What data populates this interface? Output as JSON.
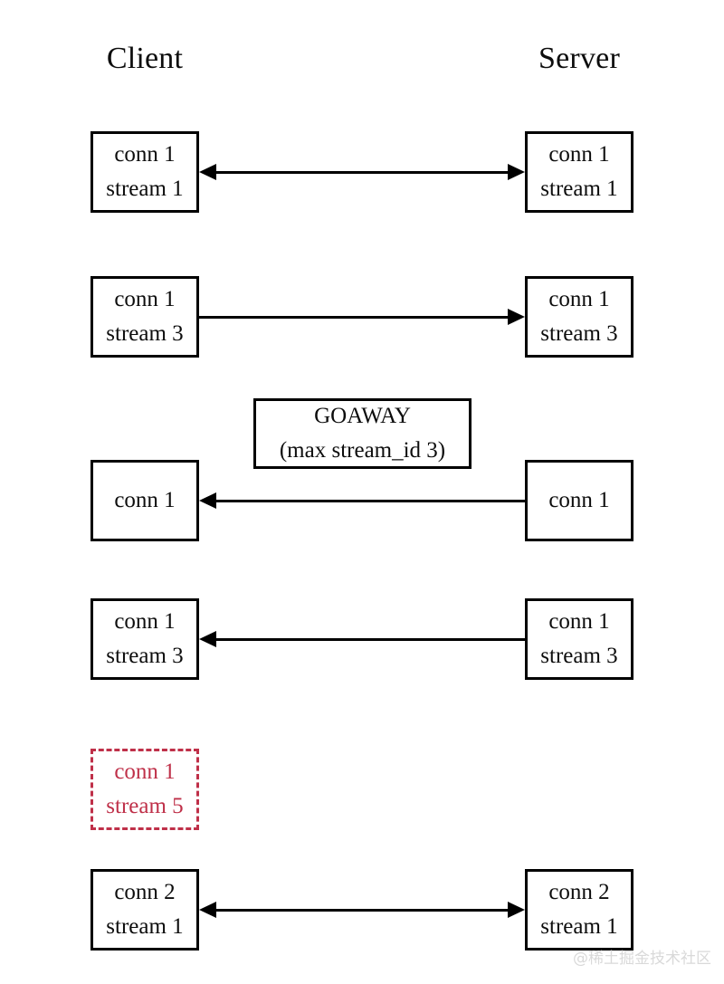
{
  "diagram": {
    "title_left": "Client",
    "title_right": "Server",
    "watermark": "@稀土掘金技术社区",
    "colors": {
      "stroke": "#000000",
      "text": "#0d0d0d",
      "rejected": "#bf3049",
      "watermark": "#d9d9d9",
      "background": "#ffffff"
    },
    "rows": [
      {
        "id": "row-stream1-established",
        "left": {
          "lines": [
            "conn 1",
            "stream 1"
          ],
          "style": "solid"
        },
        "right": {
          "lines": [
            "conn 1",
            "stream 1"
          ],
          "style": "solid"
        },
        "arrow": "bidirectional"
      },
      {
        "id": "row-stream3-request",
        "left": {
          "lines": [
            "conn 1",
            "stream 3"
          ],
          "style": "solid"
        },
        "right": {
          "lines": [
            "conn 1",
            "stream 3"
          ],
          "style": "solid"
        },
        "arrow": "left-to-right"
      },
      {
        "id": "row-goaway",
        "left": {
          "lines": [
            "conn 1"
          ],
          "style": "solid"
        },
        "right": {
          "lines": [
            "conn 1"
          ],
          "style": "solid"
        },
        "arrow": "right-to-left",
        "message": {
          "lines": [
            "GOAWAY",
            "(max stream_id 3)"
          ]
        }
      },
      {
        "id": "row-stream3-response",
        "left": {
          "lines": [
            "conn 1",
            "stream 3"
          ],
          "style": "solid"
        },
        "right": {
          "lines": [
            "conn 1",
            "stream 3"
          ],
          "style": "solid"
        },
        "arrow": "right-to-left"
      },
      {
        "id": "row-stream5-rejected",
        "left": {
          "lines": [
            "conn 1",
            "stream 5"
          ],
          "style": "dashed"
        },
        "right": null,
        "arrow": "none"
      },
      {
        "id": "row-conn2-stream1",
        "left": {
          "lines": [
            "conn 2",
            "stream 1"
          ],
          "style": "solid"
        },
        "right": {
          "lines": [
            "conn 2",
            "stream 1"
          ],
          "style": "solid"
        },
        "arrow": "bidirectional"
      }
    ]
  }
}
